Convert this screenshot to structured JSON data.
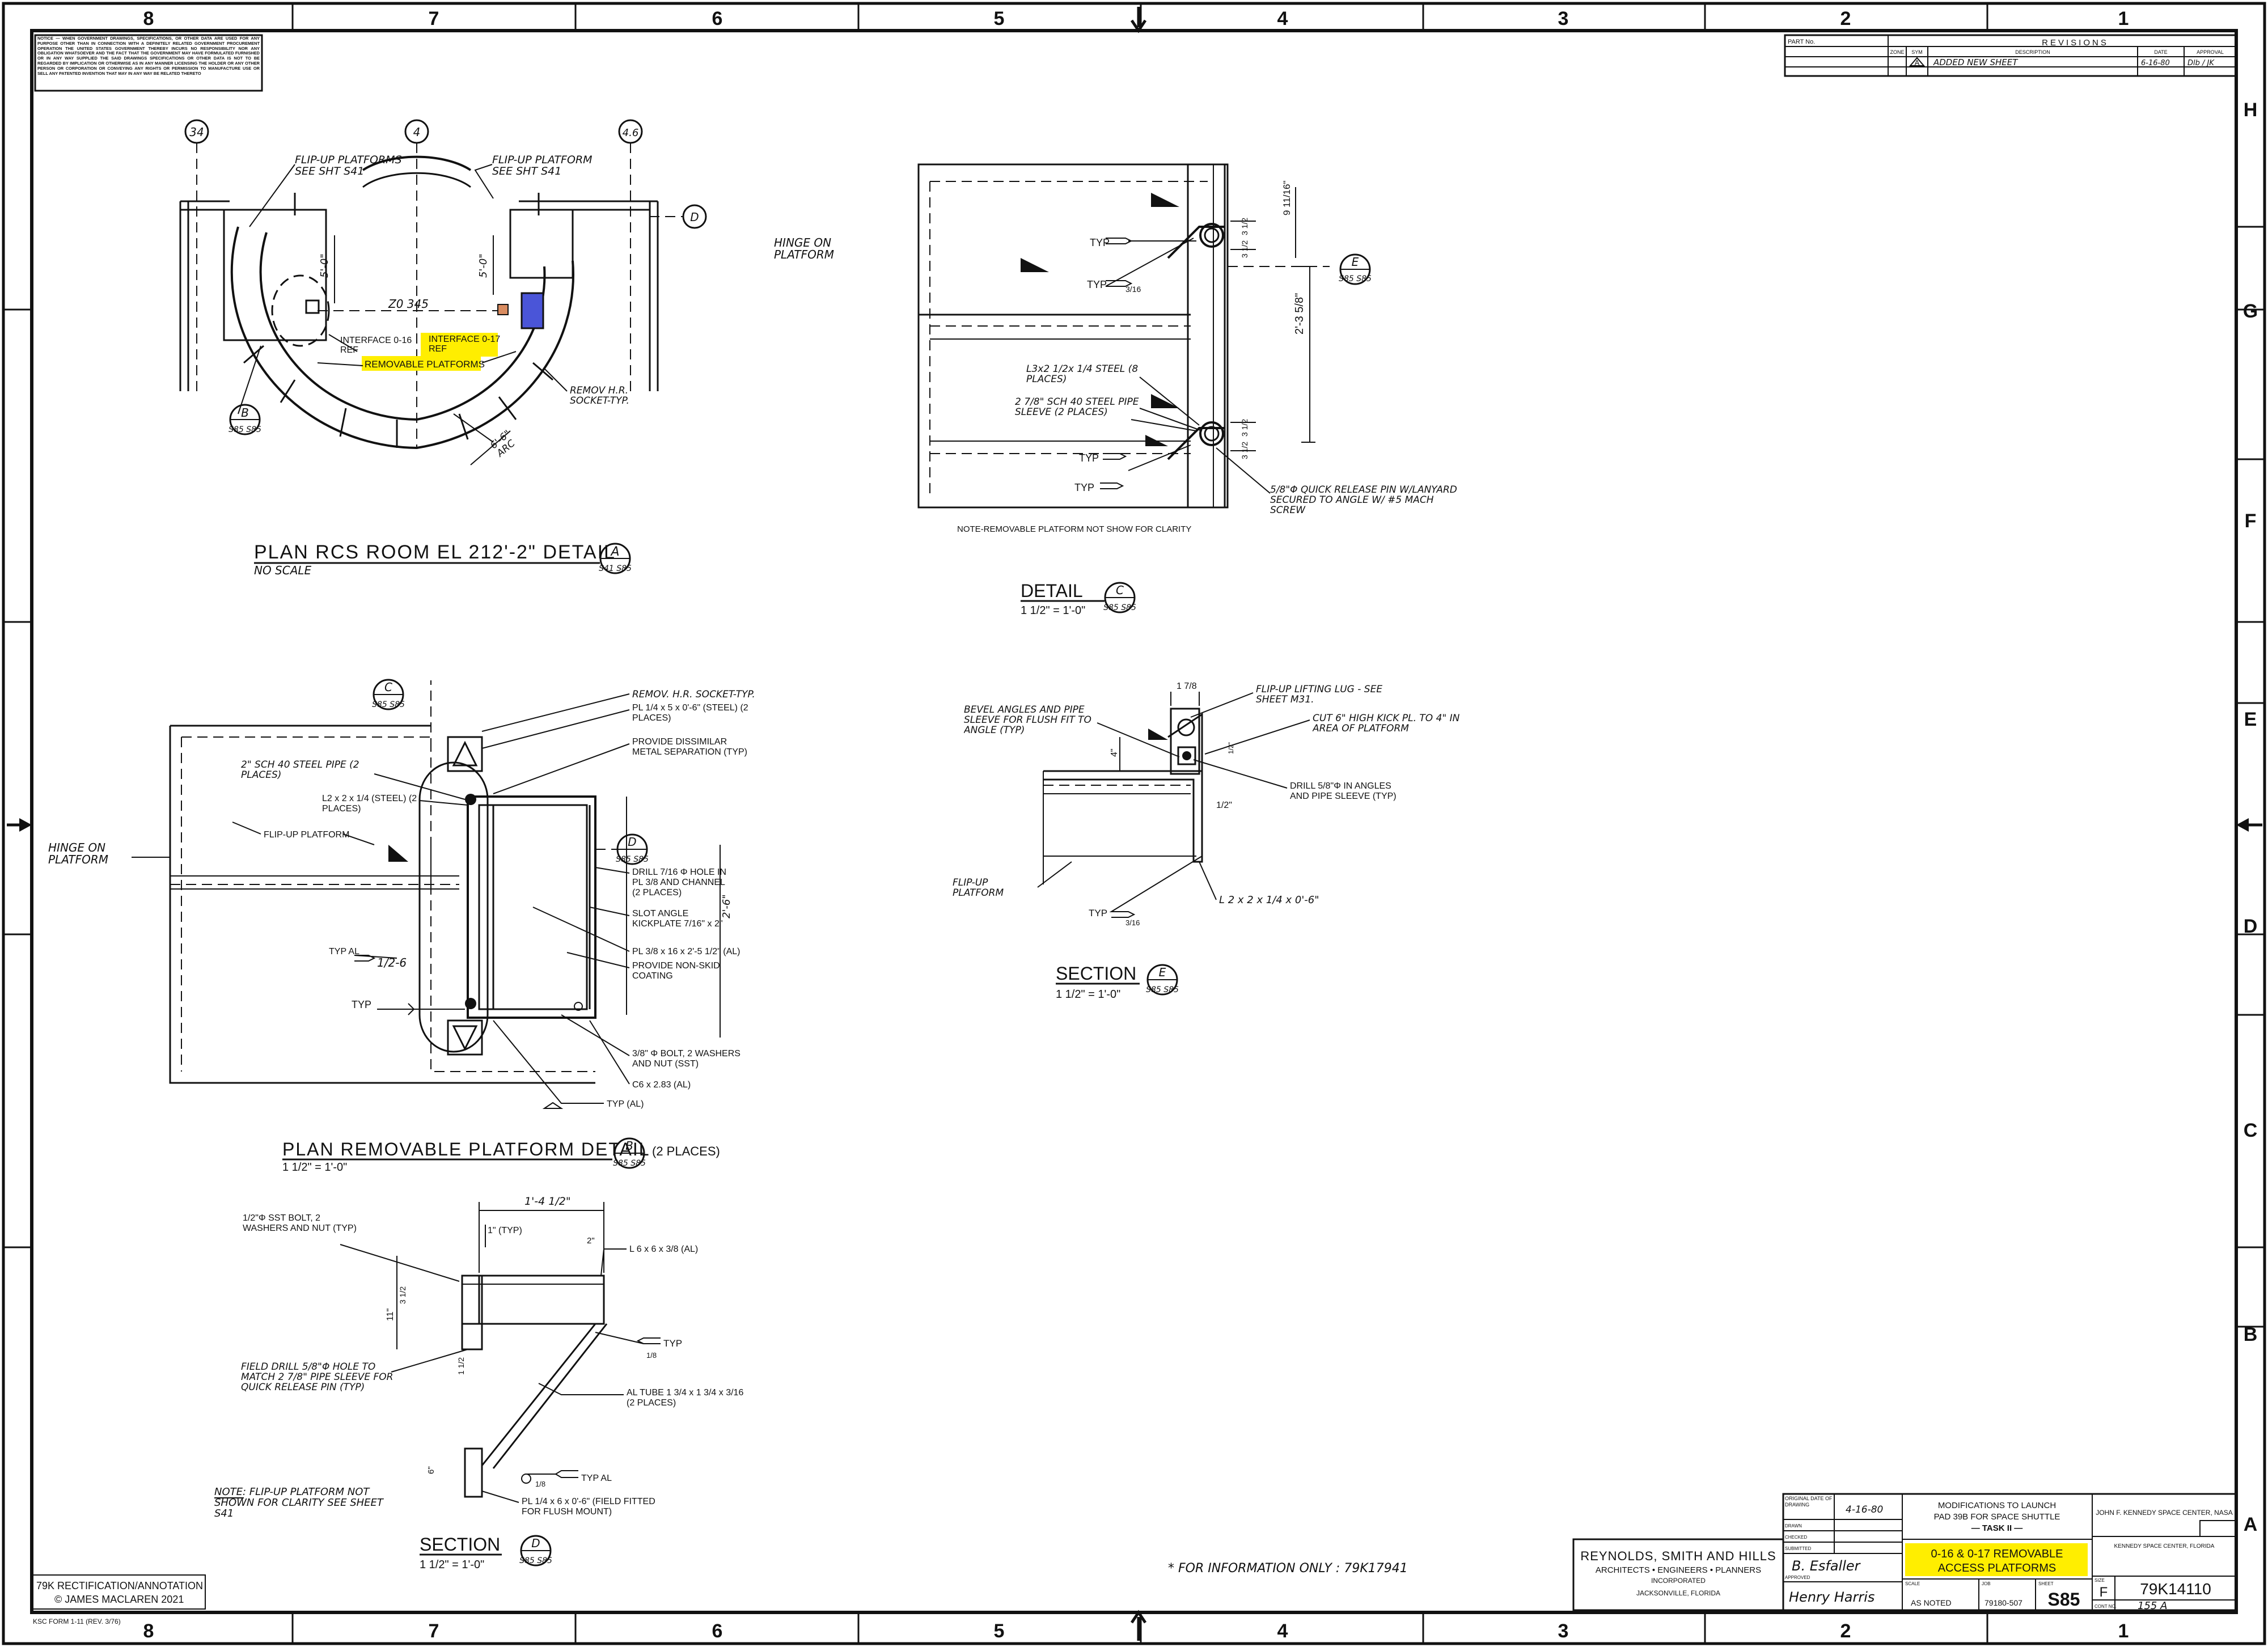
{
  "border": {
    "col_labels": [
      "8",
      "7",
      "6",
      "5",
      "4",
      "3",
      "2",
      "1"
    ],
    "row_labels": [
      "H",
      "G",
      "F",
      "E",
      "D",
      "C",
      "B",
      "A"
    ]
  },
  "notice": {
    "text": "NOTICE — WHEN GOVERNMENT DRAWINGS, SPECIFICATIONS, OR OTHER DATA ARE USED FOR ANY PURPOSE OTHER THAN IN CONNECTION WITH A DEFINITELY RELATED GOVERNMENT PROCUREMENT OPERATION THE UNITED STATES GOVERNMENT THEREBY INCURS NO RESPONSIBILITY NOR ANY OBLIGATION WHATSOEVER AND THE FACT THAT THE GOVERNMENT MAY HAVE FORMULATED FURNISHED OR IN ANY WAY SUPPLIED THE SAID DRAWINGS SPECIFICATIONS OR OTHER DATA IS NOT TO BE REGARDED BY IMPLICATION OR OTHERWISE AS IN ANY MANNER LICENSING THE HOLDER OR ANY OTHER PERSON OR CORPORATION OR CONVEYING ANY RIGHTS OR PERMISSION TO MANUFACTURE USE OR SELL ANY PATENTED INVENTION THAT MAY IN ANY WAY BE RELATED THERETO"
  },
  "revisions": {
    "part_no": "PART No.",
    "title": "REVISIONS",
    "headers": [
      "ZONE",
      "SYM",
      "DESCRIPTION",
      "DATE",
      "APPROVAL"
    ],
    "rows": [
      {
        "sym": "A",
        "description": "ADDED NEW SHEET",
        "date": "6-16-80",
        "approval": "Dlb / JK"
      }
    ]
  },
  "plan_rcs": {
    "grid_34": "34",
    "grid_4": "4",
    "grid_46": "4.6",
    "grid_d": "D",
    "flipup_left": "FLIP-UP PLATFORMS SEE SHT S41",
    "flipup_right": "FLIP-UP PLATFORM SEE SHT S41",
    "dim_5_0a": "5'-0\"",
    "dim_5_0b": "5'-0\"",
    "z0": "Z0 345",
    "interface_016": "INTERFACE 0-16 REF",
    "interface_017": "INTERFACE 0-17 REF",
    "removable": "REMOVABLE PLATFORMS",
    "remov_hr": "REMOV H.R. SOCKET-TYP.",
    "dim_arc": "6'-6\" ARC",
    "bubble_b": "B",
    "bubble_b_ref": "S85 S85",
    "title": "PLAN RCS ROOM EL 212'-2\" DETAIL",
    "scale": "NO SCALE",
    "bubble_a": "A",
    "bubble_a_ref": "S41 S85"
  },
  "hinge_top": "HINGE ON PLATFORM",
  "detail_c": {
    "typ1": "TYP",
    "typ2": "TYP",
    "typ3": "TYP",
    "typ4": "TYP",
    "frac": "3/16",
    "dim_9": "9 11/16\"",
    "dim_2_3": "2'-3 5/8\"",
    "dim_3a": "3 1/2",
    "dim_3b": "3 1/2",
    "dim_3c": "3 1/2",
    "dim_3d": "3 1/2",
    "bubble_e": "E",
    "bubble_e_ref": "S85 S85",
    "steel": "L3x2 1/2x 1/4 STEEL (8 PLACES)",
    "pipe": "2 7/8\" SCH 40 STEEL PIPE SLEEVE (2 PLACES)",
    "pin": "5/8\"Φ QUICK RELEASE PIN W/LANYARD SECURED TO ANGLE W/ #5 MACH SCREW",
    "note": "NOTE-REMOVABLE PLATFORM NOT SHOW FOR CLARITY",
    "title": "DETAIL",
    "bubble": "C",
    "scale": "1 1/2\" = 1'-0\"",
    "ref": "S85 S85"
  },
  "plan_removable": {
    "bubble_c": "C",
    "bubble_c_ref": "S85 S85",
    "remov_hr": "REMOV. H.R. SOCKET-TYP.",
    "plate": "PL 1/4 x 5 x 0'-6\" (STEEL) (2 PLACES)",
    "dissimilar": "PROVIDE DISSIMILAR METAL SEPARATION (TYP)",
    "sch40": "2\" SCH 40 STEEL PIPE (2 PLACES)",
    "l2": "L2 x 2 x 1/4 (STEEL) (2 PLACES)",
    "flipup": "FLIP-UP PLATFORM",
    "bubble_d": "D",
    "bubble_d_ref": "S85 S85",
    "drill": "DRILL 7/16 Φ HOLE IN PL 3/8 AND CHANNEL (2 PLACES)",
    "slot": "SLOT ANGLE KICKPLATE 7/16\" x 2\"",
    "pl38": "PL 3/8 x 16 x 2'-5 1/2\" (AL)",
    "nonskid": "PROVIDE NON-SKID COATING",
    "dim_26": "2'-6\"",
    "typal": "TYP AL",
    "weld": "1/2-6",
    "typ": "TYP",
    "bolt": "3/8\" Φ BOLT, 2 WASHERS AND NUT (SST)",
    "c6": "C6 x 2.83 (AL)",
    "typal2": "TYP (AL)",
    "title": "PLAN REMOVABLE PLATFORM DETAIL",
    "bubble": "B",
    "places": "(2 PLACES)",
    "scale": "1 1/2\" = 1'-0\"",
    "ref": "S85 S85"
  },
  "hinge_left": "HINGE ON PLATFORM",
  "section_e": {
    "dim_top": "1 7/8",
    "lifting": "FLIP-UP LIFTING LUG - SEE SHEET M31.",
    "bevel": "BEVEL ANGLES AND PIPE SLEEVE FOR FLUSH FIT TO ANGLE (TYP)",
    "cut": "CUT 6\" HIGH KICK PL. TO 4\" IN AREA OF PLATFORM",
    "drill": "DRILL 5/8\"Φ IN ANGLES AND PIPE SLEEVE (TYP)",
    "dim4": "4\"",
    "dim_half": "1/2\"",
    "flipup": "FLIP-UP PLATFORM",
    "typ": "TYP",
    "frac": "3/16",
    "angle": "L 2 x 2 x 1/4 x 0'-6\"",
    "title": "SECTION",
    "bubble": "E",
    "scale": "1 1/2\" = 1'-0\"",
    "ref": "S85 S85"
  },
  "section_d": {
    "dim_top": "1'-4 1/2\"",
    "bolt": "1/2\"Φ SST BOLT, 2 WASHERS AND NUT (TYP)",
    "typ_top": "1\" (TYP)",
    "dim2": "2\"",
    "l6": "L 6 x 6 x 3/8 (AL)",
    "dim11": "11\"",
    "dim3": "3 1/2",
    "typ": "TYP",
    "field": "FIELD DRILL 5/8\"Φ HOLE TO MATCH 2 7/8\" PIPE SLEEVE FOR QUICK RELEASE PIN (TYP)",
    "dim_112": "1 1/2",
    "tube": "AL TUBE 1 3/4 x 1 3/4 x 3/16 (2 PLACES)",
    "dim6": "6\"",
    "typal": "TYP AL",
    "frac": "1/8",
    "plate": "PL 1/4 x 6 x 0'-6\" (FIELD FITTED FOR FLUSH MOUNT)",
    "note": "NOTE: FLIP-UP PLATFORM NOT SHOWN FOR CLARITY SEE SHEET S41",
    "title": "SECTION",
    "bubble": "D",
    "scale": "1 1/2\" = 1'-0\"",
    "ref": "S85 S85"
  },
  "info_only": "* FOR INFORMATION ONLY : 79K17941",
  "annotation": {
    "line1": "79K RECTIFICATION/ANNOTATION",
    "line2": "© JAMES MACLAREN 2021"
  },
  "ksc_form": "KSC FORM 1-11 (REV. 3/76)",
  "title_block": {
    "firm_name": "REYNOLDS, SMITH AND HILLS",
    "firm_sub": "ARCHITECTS • ENGINEERS • PLANNERS",
    "firm_inc": "INCORPORATED",
    "firm_city": "JACKSONVILLE, FLORIDA",
    "orig_date_label": "ORIGINAL DATE OF DRAWING",
    "orig_date": "4-16-80",
    "drawn_label": "DRAWN",
    "checked_label": "CHECKED",
    "submitted_label": "SUBMITTED",
    "approved_label": "APPROVED",
    "sig1": "B. Esfaller",
    "sig2": "Henry Harris",
    "project1": "MODIFICATIONS TO LAUNCH",
    "project2": "PAD 39B FOR SPACE SHUTTLE",
    "task": "— TASK II —",
    "title1": "0-16 & 0-17 REMOVABLE",
    "title2": "ACCESS PLATFORMS",
    "scale_label": "SCALE",
    "scale": "AS NOTED",
    "job_label": "JOB",
    "job": "79180-507",
    "sheet_label": "SHEET",
    "sheet": "S85",
    "agency1": "JOHN F. KENNEDY SPACE CENTER, NASA",
    "agency2": "KENNEDY SPACE CENTER, FLORIDA",
    "size_label": "SIZE",
    "size": "F",
    "dwg_no": "79K14110",
    "sheet_count": "155 A",
    "cont_label": "CONT NO."
  }
}
